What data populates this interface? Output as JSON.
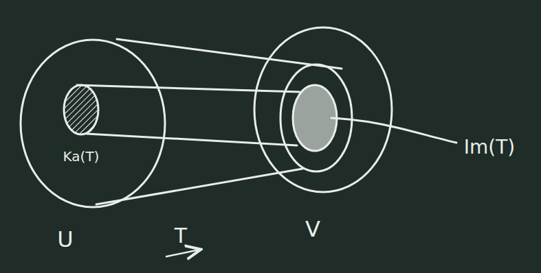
{
  "diagram": {
    "nodes": [
      {
        "text": [
          "U"
        ]
      },
      {
        "text": [
          "Ka(T)"
        ],
        "in": 0
      },
      {
        "text": [
          "V"
        ]
      }
    ],
    "labels": [
      "Im(T)",
      "T"
    ]
  }
}
